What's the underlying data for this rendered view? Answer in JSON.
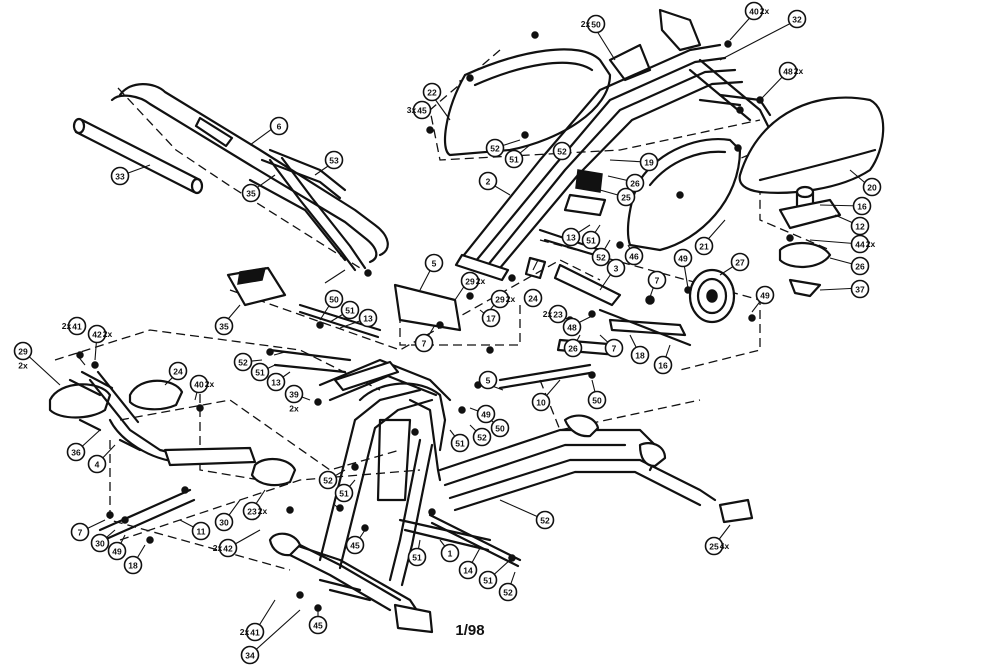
{
  "diagram": {
    "code": "1/98",
    "callouts": [
      {
        "id": "c-50a",
        "label": "50",
        "qty": "2x",
        "qty_side": "left"
      },
      {
        "id": "c-40a",
        "label": "40",
        "qty": "2x",
        "qty_side": "right"
      },
      {
        "id": "c-32a",
        "label": "32",
        "qty": "",
        "qty_side": "right"
      },
      {
        "id": "c-48a",
        "label": "48",
        "qty": "2x",
        "qty_side": "right"
      },
      {
        "id": "c-22a",
        "label": "22",
        "qty": "",
        "qty_side": "right"
      },
      {
        "id": "c-45a",
        "label": "45",
        "qty": "3x",
        "qty_side": "left"
      },
      {
        "id": "c-6",
        "label": "6",
        "qty": "",
        "qty_side": "right"
      },
      {
        "id": "c-53",
        "label": "53",
        "qty": "",
        "qty_side": "right"
      },
      {
        "id": "c-35a",
        "label": "35",
        "qty": "",
        "qty_side": "right"
      },
      {
        "id": "c-52a",
        "label": "52",
        "qty": "",
        "qty_side": "right"
      },
      {
        "id": "c-51a",
        "label": "51",
        "qty": "",
        "qty_side": "right"
      },
      {
        "id": "c-19",
        "label": "19",
        "qty": "",
        "qty_side": "right"
      },
      {
        "id": "c-26a",
        "label": "26",
        "qty": "",
        "qty_side": "right"
      },
      {
        "id": "c-25a",
        "label": "25",
        "qty": "",
        "qty_side": "right"
      },
      {
        "id": "c-20",
        "label": "20",
        "qty": "",
        "qty_side": "right"
      },
      {
        "id": "c-2",
        "label": "2",
        "qty": "",
        "qty_side": "right"
      },
      {
        "id": "c-52b",
        "label": "52",
        "qty": "",
        "qty_side": "right"
      },
      {
        "id": "c-16a",
        "label": "16",
        "qty": "",
        "qty_side": "right"
      },
      {
        "id": "c-12",
        "label": "12",
        "qty": "",
        "qty_side": "right"
      },
      {
        "id": "c-44",
        "label": "44",
        "qty": "2x",
        "qty_side": "right"
      },
      {
        "id": "c-13a",
        "label": "13",
        "qty": "",
        "qty_side": "right"
      },
      {
        "id": "c-51b",
        "label": "51",
        "qty": "",
        "qty_side": "right"
      },
      {
        "id": "c-52c",
        "label": "52",
        "qty": "",
        "qty_side": "right"
      },
      {
        "id": "c-21",
        "label": "21",
        "qty": "",
        "qty_side": "right"
      },
      {
        "id": "c-26b",
        "label": "26",
        "qty": "",
        "qty_side": "right"
      },
      {
        "id": "c-37",
        "label": "37",
        "qty": "",
        "qty_side": "right"
      },
      {
        "id": "c-46a",
        "label": "46",
        "qty": "",
        "qty_side": "right"
      },
      {
        "id": "c-5",
        "label": "5",
        "qty": "",
        "qty_side": "right"
      },
      {
        "id": "c-29a",
        "label": "29",
        "qty": "2x",
        "qty_side": "right"
      },
      {
        "id": "c-29b",
        "label": "29",
        "qty": "2x",
        "qty_side": "right"
      },
      {
        "id": "c-24",
        "label": "24",
        "qty": "",
        "qty_side": "right"
      },
      {
        "id": "c-3",
        "label": "3",
        "qty": "",
        "qty_side": "right"
      },
      {
        "id": "c-7a",
        "label": "7",
        "qty": "",
        "qty_side": "right"
      },
      {
        "id": "c-49a",
        "label": "49",
        "qty": "",
        "qty_side": "right"
      },
      {
        "id": "c-27",
        "label": "27",
        "qty": "",
        "qty_side": "right"
      },
      {
        "id": "c-35b",
        "label": "35",
        "qty": "",
        "qty_side": "right"
      },
      {
        "id": "c-50b",
        "label": "50",
        "qty": "",
        "qty_side": "right"
      },
      {
        "id": "c-51c",
        "label": "51",
        "qty": "",
        "qty_side": "right"
      },
      {
        "id": "c-13b",
        "label": "13",
        "qty": "",
        "qty_side": "right"
      },
      {
        "id": "c-17",
        "label": "17",
        "qty": "",
        "qty_side": "right"
      },
      {
        "id": "c-7b",
        "label": "7",
        "qty": "",
        "qty_side": "right"
      },
      {
        "id": "c-23a",
        "label": "23",
        "qty": "2x",
        "qty_side": "left"
      },
      {
        "id": "c-48b",
        "label": "48",
        "qty": "",
        "qty_side": "right"
      },
      {
        "id": "c-49b",
        "label": "49",
        "qty": "",
        "qty_side": "right"
      },
      {
        "id": "c-41a",
        "label": "41",
        "qty": "2x",
        "qty_side": "left"
      },
      {
        "id": "c-42a",
        "label": "42",
        "qty": "2x",
        "qty_side": "right"
      },
      {
        "id": "c-29c",
        "label": "29",
        "qty": "2x",
        "qty_side": "below"
      },
      {
        "id": "c-52d",
        "label": "52",
        "qty": "",
        "qty_side": "right"
      },
      {
        "id": "c-51d",
        "label": "51",
        "qty": "",
        "qty_side": "right"
      },
      {
        "id": "c-13c",
        "label": "13",
        "qty": "",
        "qty_side": "right"
      },
      {
        "id": "c-7c",
        "label": "7",
        "qty": "",
        "qty_side": "right"
      },
      {
        "id": "c-18a",
        "label": "18",
        "qty": "",
        "qty_side": "right"
      },
      {
        "id": "c-16b",
        "label": "16",
        "qty": "",
        "qty_side": "right"
      },
      {
        "id": "c-26c",
        "label": "26",
        "qty": "",
        "qty_side": "right"
      },
      {
        "id": "c-24b",
        "label": "24",
        "qty": "",
        "qty_side": "right"
      },
      {
        "id": "c-40b",
        "label": "40",
        "qty": "2x",
        "qty_side": "right"
      },
      {
        "id": "c-39",
        "label": "39",
        "qty": "2x",
        "qty_side": "below"
      },
      {
        "id": "c-5b",
        "label": "5",
        "qty": "",
        "qty_side": "right"
      },
      {
        "id": "c-49c",
        "label": "49",
        "qty": "",
        "qty_side": "right"
      },
      {
        "id": "c-50c",
        "label": "50",
        "qty": "",
        "qty_side": "right"
      },
      {
        "id": "c-10",
        "label": "10",
        "qty": "",
        "qty_side": "right"
      },
      {
        "id": "c-50d",
        "label": "50",
        "qty": "",
        "qty_side": "right"
      },
      {
        "id": "c-51e",
        "label": "51",
        "qty": "",
        "qty_side": "right"
      },
      {
        "id": "c-52e",
        "label": "52",
        "qty": "",
        "qty_side": "right"
      },
      {
        "id": "c-36",
        "label": "36",
        "qty": "",
        "qty_side": "right"
      },
      {
        "id": "c-4",
        "label": "4",
        "qty": "",
        "qty_side": "right"
      },
      {
        "id": "c-52f",
        "label": "52",
        "qty": "",
        "qty_side": "right"
      },
      {
        "id": "c-51f",
        "label": "51",
        "qty": "",
        "qty_side": "right"
      },
      {
        "id": "c-52g",
        "label": "52",
        "qty": "",
        "qty_side": "right"
      },
      {
        "id": "c-30a",
        "label": "30",
        "qty": "",
        "qty_side": "right"
      },
      {
        "id": "c-23b",
        "label": "23",
        "qty": "2x",
        "qty_side": "right"
      },
      {
        "id": "c-7d",
        "label": "7",
        "qty": "",
        "qty_side": "right"
      },
      {
        "id": "c-30b",
        "label": "30",
        "qty": "",
        "qty_side": "right"
      },
      {
        "id": "c-11",
        "label": "11",
        "qty": "",
        "qty_side": "right"
      },
      {
        "id": "c-49d",
        "label": "49",
        "qty": "",
        "qty_side": "right"
      },
      {
        "id": "c-18b",
        "label": "18",
        "qty": "",
        "qty_side": "right"
      },
      {
        "id": "c-42b",
        "label": "42",
        "qty": "2x",
        "qty_side": "left"
      },
      {
        "id": "c-45b",
        "label": "45",
        "qty": "",
        "qty_side": "right"
      },
      {
        "id": "c-51g",
        "label": "51",
        "qty": "",
        "qty_side": "right"
      },
      {
        "id": "c-1",
        "label": "1",
        "qty": "",
        "qty_side": "right"
      },
      {
        "id": "c-14",
        "label": "14",
        "qty": "",
        "qty_side": "right"
      },
      {
        "id": "c-51h",
        "label": "51",
        "qty": "",
        "qty_side": "right"
      },
      {
        "id": "c-52h",
        "label": "52",
        "qty": "",
        "qty_side": "right"
      },
      {
        "id": "c-25b",
        "label": "25",
        "qty": "4x",
        "qty_side": "right"
      },
      {
        "id": "c-41b",
        "label": "41",
        "qty": "2x",
        "qty_side": "left"
      },
      {
        "id": "c-45c",
        "label": "45",
        "qty": "",
        "qty_side": "right"
      },
      {
        "id": "c-34",
        "label": "34",
        "qty": "",
        "qty_side": "right"
      },
      {
        "id": "c-33",
        "label": "33",
        "qty": "",
        "qty_side": "right"
      }
    ]
  }
}
